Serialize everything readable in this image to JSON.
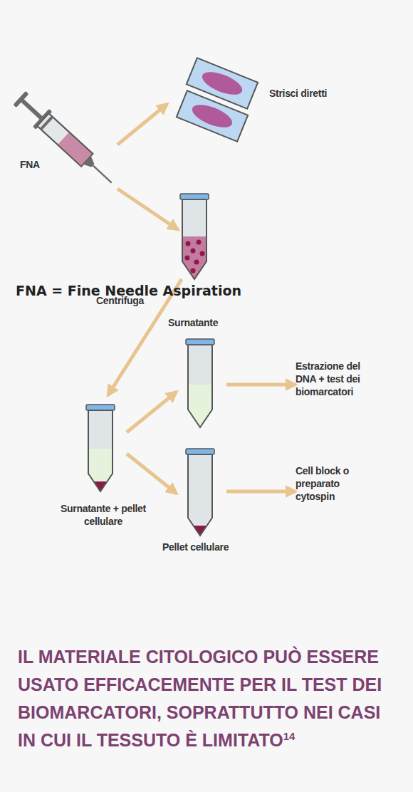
{
  "diagram": {
    "caption": "IL MATERIALE CITOLOGICO PUÒ ESSERE USATO EFFICACEMENTE PER IL TEST DEI BIOMARCATORI, SOPRATTUTTO NEI CASI IN CUI IL TESSUTO È LIMITATO",
    "nodes": [
      {
        "text": [
          "FNA"
        ]
      },
      {
        "text": [
          "Strisci diretti"
        ]
      },
      {
        "text": [
          "Centrifuga"
        ]
      },
      {
        "text": [
          "Surnatante + pellet cellulare"
        ]
      },
      {
        "text": [
          "Surnatante"
        ]
      },
      {
        "text": [
          "Pellet cellulare"
        ]
      },
      {
        "text": [
          "Estrazione del DNA + test dei biomarcatori"
        ]
      },
      {
        "text": [
          "Cell block o preparato cytospin"
        ]
      }
    ],
    "edges": [
      {
        "from": 0,
        "to": 1,
        "arrow": "to"
      },
      {
        "from": 0,
        "to": 2,
        "arrow": "to"
      },
      {
        "from": 2,
        "to": 3,
        "arrow": "to"
      },
      {
        "from": 3,
        "to": 4,
        "arrow": "to"
      },
      {
        "from": 3,
        "to": 5,
        "arrow": "to"
      },
      {
        "from": 4,
        "to": 6,
        "arrow": "to"
      },
      {
        "from": 5,
        "to": 7,
        "arrow": "to"
      }
    ],
    "labels": [
      "FNA = Fine Needle Aspiration",
      "14"
    ]
  }
}
